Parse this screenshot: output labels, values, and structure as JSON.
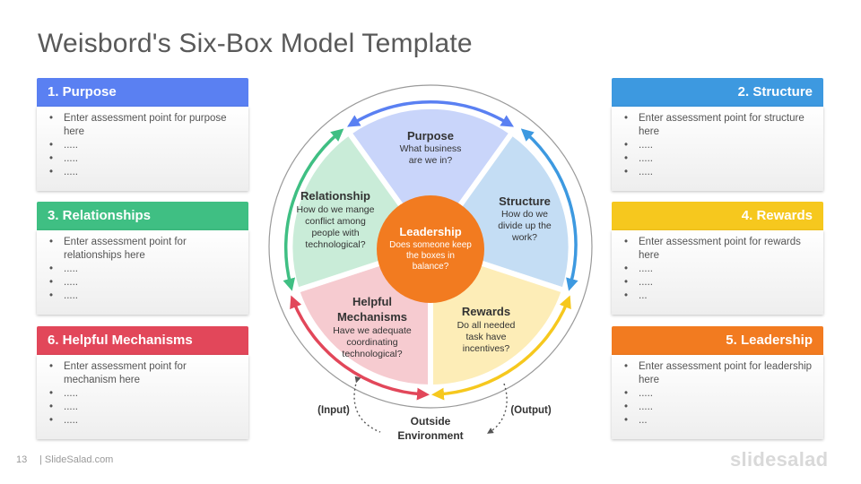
{
  "title": "Weisbord's Six-Box Model Template",
  "cards": [
    {
      "id": "purpose",
      "header": "1. Purpose",
      "color": "#5a80f2",
      "items": [
        "Enter assessment  point for purpose here",
        ".....",
        ".....",
        "....."
      ]
    },
    {
      "id": "relationships",
      "header": "3. Relationships",
      "color": "#3fbf83",
      "items": [
        "Enter assessment  point for relationships here",
        ".....",
        ".....",
        "....."
      ]
    },
    {
      "id": "mechanisms",
      "header": "6. Helpful Mechanisms",
      "color": "#e2475a",
      "items": [
        "Enter assessment  point for mechanism here",
        ".....",
        ".....",
        "....."
      ]
    },
    {
      "id": "structure",
      "header": "2. Structure",
      "color": "#3d99e0",
      "items": [
        "Enter assessment  point for structure here",
        ".....",
        ".....",
        "....."
      ]
    },
    {
      "id": "rewards",
      "header": "4. Rewards",
      "color": "#f6c81e",
      "items": [
        "Enter assessment  point for rewards here",
        ".....",
        ".....",
        "..."
      ]
    },
    {
      "id": "leadership",
      "header": "5. Leadership",
      "color": "#f27b20",
      "items": [
        "Enter assessment  point for leadership here",
        ".....",
        ".....",
        "..."
      ]
    }
  ],
  "diagram": {
    "purpose": {
      "title": "Purpose",
      "lines": [
        "What business",
        "are we in?"
      ],
      "color": "#c9d5fa",
      "arrow": "#5a80f2"
    },
    "structure": {
      "title": "Structure",
      "lines": [
        "How do we",
        "divide up the",
        "work?"
      ],
      "color": "#c4ddf4",
      "arrow": "#3d99e0"
    },
    "rewards": {
      "title": "Rewards",
      "lines": [
        "Do all needed",
        "task have",
        "incentives?"
      ],
      "color": "#fdedb7",
      "arrow": "#f6c81e"
    },
    "mechanisms": {
      "title_lines": [
        "Helpful",
        "Mechanisms"
      ],
      "lines": [
        "Have we adequate",
        "coordinating",
        "technological?"
      ],
      "color": "#f6cbd0",
      "arrow": "#e2475a"
    },
    "relationship": {
      "title": "Relationship",
      "lines": [
        "How do we mange",
        "conflict among",
        "people with",
        "technological?"
      ],
      "color": "#c9ecd8",
      "arrow": "#3fbf83"
    },
    "leadership": {
      "title": "Leadership",
      "lines": [
        "Does someone keep",
        "the boxes in",
        "balance?"
      ],
      "color": "#f27b20"
    },
    "input": "(Input)",
    "output": "(Output)",
    "environment": [
      "Outside",
      "Environment"
    ]
  },
  "footer": {
    "page": "13",
    "site": "| SlideSalad.com",
    "brand": "slidesalad"
  }
}
